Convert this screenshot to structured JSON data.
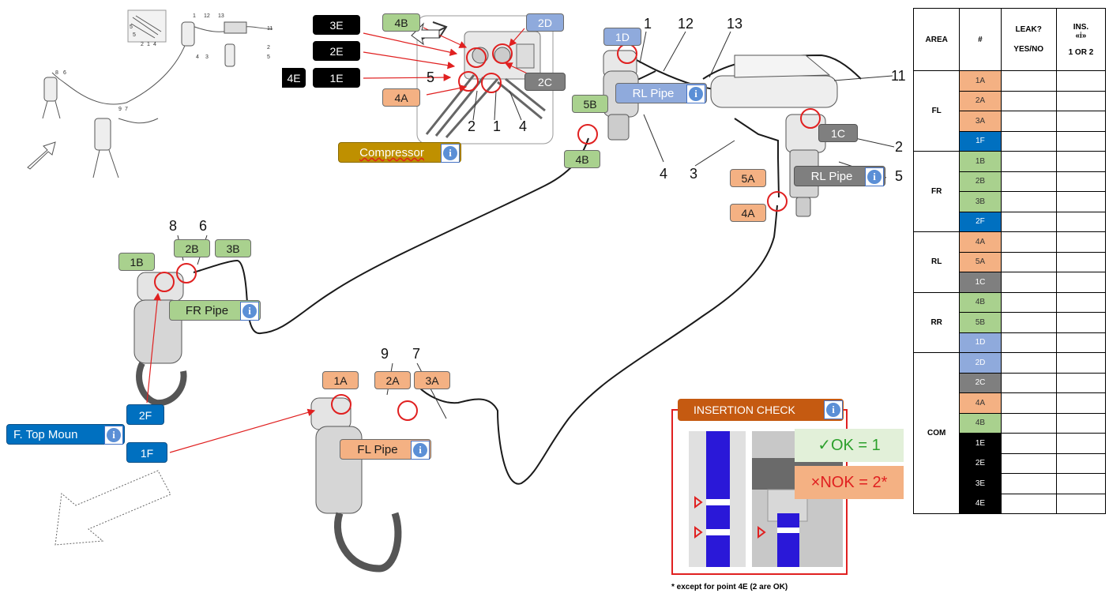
{
  "labels": {
    "l3E": "3E",
    "l2E": "2E",
    "l1E": "1E",
    "l4E": "4E",
    "l4B_top": "4B",
    "l2D": "2D",
    "l2C": "2C",
    "l4A_top": "4A",
    "l1D": "1D",
    "l5B": "5B",
    "l4B_rr": "4B",
    "l1C": "1C",
    "l5A": "5A",
    "l4A_rl": "4A",
    "l1B": "1B",
    "l2B": "2B",
    "l3B": "3B",
    "l1A": "1A",
    "l2A": "2A",
    "l3A": "3A",
    "l2F": "2F",
    "l1F": "1F"
  },
  "pipes": {
    "compressor": "Compressor",
    "rl_pipe_top": "RL Pipe",
    "rl_pipe_right": "RL Pipe",
    "fr_pipe": "FR Pipe",
    "fl_pipe": "FL Pipe",
    "f_top_mount": "F. Top Moun"
  },
  "numbers": {
    "n5_comp": "5",
    "n2_comp": "2",
    "n1_comp": "1",
    "n4_comp": "4",
    "n1_rr": "1",
    "n12": "12",
    "n13": "13",
    "n11": "11",
    "n2_rl": "2",
    "n4_rr": "4",
    "n3_rl": "3",
    "n5_rl": "5",
    "n8": "8",
    "n6": "6",
    "n9": "9",
    "n7": "7"
  },
  "thumb_numbers": [
    "1",
    "12",
    "13",
    "11",
    "5",
    "3",
    "4",
    "2",
    "5",
    "8",
    "6",
    "9",
    "7",
    "2",
    "1",
    "4",
    "5"
  ],
  "insertion_check": {
    "title": "INSERTION CHECK",
    "ok": "✓OK = 1",
    "nok": "×NOK = 2*",
    "footnote": "* except for point 4E (2 are OK)"
  },
  "table": {
    "headers": {
      "area": "AREA",
      "num": "#",
      "leak": "LEAK?",
      "leak_sub": "YES/NO",
      "ins": "INS.",
      "ins_mid": "«i»",
      "ins_sub": "1 OR 2"
    },
    "groups": [
      {
        "area": "FL",
        "rows": [
          {
            "code": "1A",
            "color": "orange"
          },
          {
            "code": "2A",
            "color": "orange"
          },
          {
            "code": "3A",
            "color": "orange"
          },
          {
            "code": "1F",
            "color": "dblue"
          }
        ]
      },
      {
        "area": "FR",
        "rows": [
          {
            "code": "1B",
            "color": "green"
          },
          {
            "code": "2B",
            "color": "green"
          },
          {
            "code": "3B",
            "color": "green"
          },
          {
            "code": "2F",
            "color": "dblue"
          }
        ]
      },
      {
        "area": "RL",
        "rows": [
          {
            "code": "4A",
            "color": "orange"
          },
          {
            "code": "5A",
            "color": "orange"
          },
          {
            "code": "1C",
            "color": "grey"
          }
        ]
      },
      {
        "area": "RR",
        "rows": [
          {
            "code": "4B",
            "color": "green"
          },
          {
            "code": "5B",
            "color": "green"
          },
          {
            "code": "1D",
            "color": "lblue"
          }
        ]
      },
      {
        "area": "COM",
        "rows": [
          {
            "code": "2D",
            "color": "lblue"
          },
          {
            "code": "2C",
            "color": "grey"
          },
          {
            "code": "4A",
            "color": "orange"
          },
          {
            "code": "4B",
            "color": "green"
          },
          {
            "code": "1E",
            "color": "black"
          },
          {
            "code": "2E",
            "color": "black"
          },
          {
            "code": "3E",
            "color": "black"
          },
          {
            "code": "4E",
            "color": "black"
          }
        ]
      }
    ]
  },
  "colors": {
    "orange": "#f4b183",
    "green": "#a9d18e",
    "light_blue": "#8faadc",
    "dark_blue": "#0070c0",
    "grey": "#7f7f7f",
    "black": "#000000",
    "compressor": "#bf9000",
    "check_title": "#c55a11",
    "red": "#e02020"
  }
}
